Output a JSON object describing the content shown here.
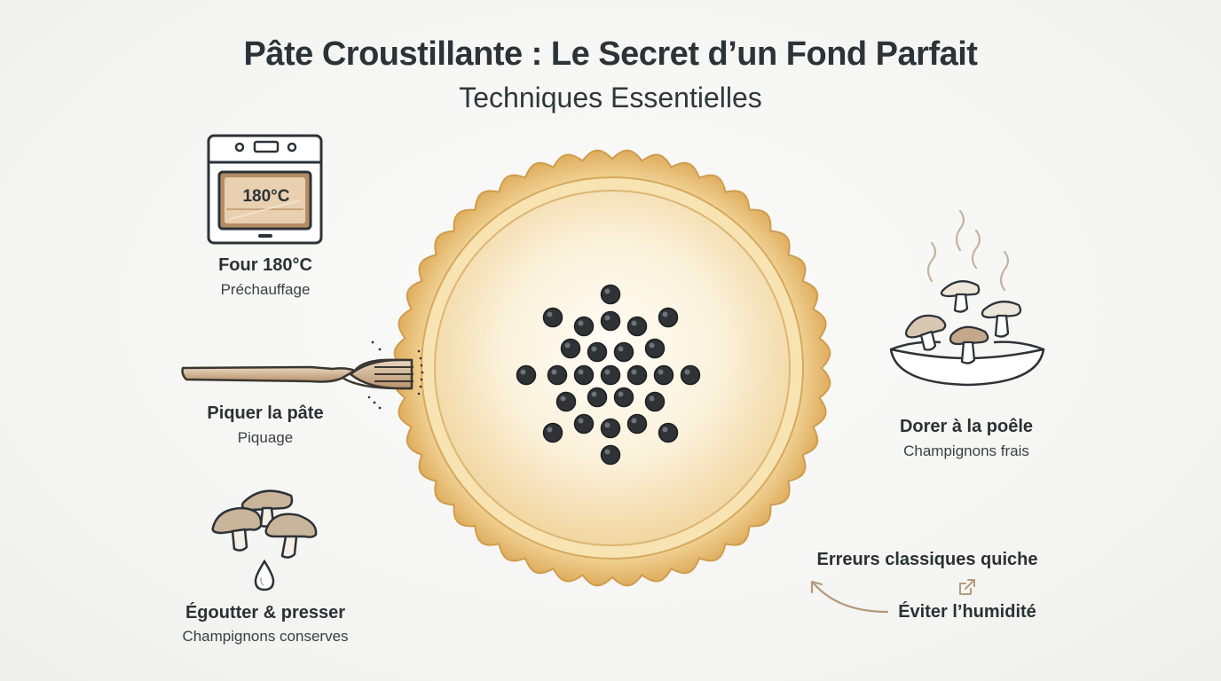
{
  "header": {
    "title": "Pâte Croustillante : Le Secret d’un Fond Parfait",
    "subtitle": "Techniques Essentielles"
  },
  "oven": {
    "display": "180°C",
    "label": "Four 180°C",
    "sublabel": "Préchauffage",
    "icon": "oven-icon"
  },
  "fork": {
    "label": "Piquer la pâte",
    "sublabel": "Piquage",
    "icon": "fork-icon"
  },
  "canned": {
    "label": "Égoutter & presser",
    "sublabel": "Champignons conserves",
    "icon": "mushrooms-drip-icon"
  },
  "pan": {
    "label": "Dorer à la poêle",
    "sublabel": "Champignons frais",
    "icon": "pan-mushrooms-icon"
  },
  "link": {
    "title": "Erreurs classiques quiche",
    "subtitle": "Éviter l’humidité",
    "icon": "external-link-icon"
  },
  "colors": {
    "text": "#2c3338",
    "crust": "#e3b86d",
    "mushroom": "#c9b59a",
    "weights": "#2f3336"
  }
}
